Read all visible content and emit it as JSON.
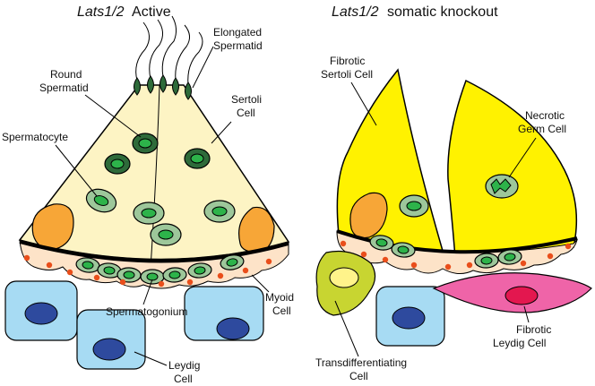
{
  "titles": {
    "left_gene": "Lats1/2",
    "left_rest": "Active",
    "right_gene": "Lats1/2",
    "right_rest": "somatic knockout"
  },
  "labels": {
    "elongated_1": "Elongated",
    "elongated_2": "Spermatid",
    "round_1": "Round",
    "round_2": "Spermatid",
    "sertoli_1": "Sertoli",
    "sertoli_2": "Cell",
    "spermatocyte": "Spermatocyte",
    "spermatogonium": "Spermatogonium",
    "myoid_1": "Myoid",
    "myoid_2": "Cell",
    "leydig_1": "Leydig",
    "leydig_2": "Cell",
    "fib_sertoli_1": "Fibrotic",
    "fib_sertoli_2": "Sertoli Cell",
    "necrotic_1": "Necrotic",
    "necrotic_2": "Germ Cell",
    "trans_1": "Transdifferentiating",
    "trans_2": "Cell",
    "fib_leydig_1": "Fibrotic",
    "fib_leydig_2": "Leydig Cell"
  },
  "colors": {
    "sertoli_active": "#fdf4c4",
    "sertoli_fibrotic": "#fff200",
    "germ_dark": "#2e6b3a",
    "germ_nucleus": "#2db34a",
    "germ_light": "#9dc79a",
    "sertoli_nucleus": "#f7a637",
    "myoid": "#fde3c8",
    "myoid_dot": "#e94e1b",
    "leydig": "#a7dbf3",
    "leydig_nucleus": "#2e4a9e",
    "trans_cell": "#c8d531",
    "trans_nucleus": "#fff38a",
    "fibrotic_leydig": "#ef64a8",
    "fibrotic_leydig_nucleus": "#e3174f"
  }
}
